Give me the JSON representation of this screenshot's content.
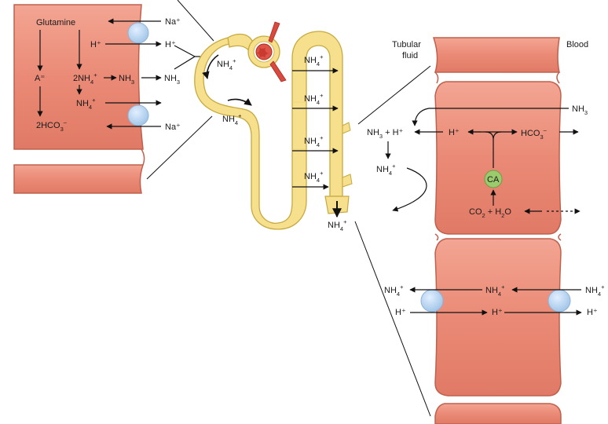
{
  "colors": {
    "cell_fill": "#ea8a76",
    "cell_stroke": "#b8503c",
    "tubule_fill": "#f6df8d",
    "tubule_stroke": "#c7aa3e",
    "transporter": "#b5d3ee",
    "enzyme": "#9ccb6e",
    "arrow": "#111111"
  },
  "left_cell": {
    "glutamine": "Glutamine",
    "na_top": "Na⁺",
    "na_bottom": "Na⁺",
    "h_in": "H⁺",
    "h_out": "H⁺",
    "a_ion": "A⁼",
    "nh4_2": "2NH",
    "nh4_2_sub": "4",
    "nh4_2_sup": "+",
    "nh3_mid": "NH",
    "nh3_mid_sub": "3",
    "nh3_out": "NH",
    "nh3_out_sub": "3",
    "nh4_low": "NH",
    "nh4_low_sub": "4",
    "nh4_low_sup": "+",
    "hco3": "2HCO",
    "hco3_sub": "3",
    "hco3_sup": "–"
  },
  "nephron": {
    "nh4_loop_top": "NH",
    "nh4_loop_bottom": "NH",
    "nh4_ascending": [
      "NH",
      "NH",
      "NH",
      "NH"
    ],
    "nh4_sub": "4",
    "nh4_sup": "+",
    "nh4_excreted": "NH"
  },
  "right_upper": {
    "tubular_fluid_1": "Tubular",
    "tubular_fluid_2": "fluid",
    "blood": "Blood",
    "nh3_blood": "NH",
    "nh3_blood_sub": "3",
    "nh3_plus_h": "NH",
    "nh3_plus_h_sub": "3",
    "nh3_plus_h_rest": " + H⁺",
    "h_cell": "H⁺",
    "hco3": "HCO",
    "hco3_sub": "3",
    "hco3_sup": "–",
    "nh4_lumen": "NH",
    "nh4_lumen_sub": "4",
    "nh4_lumen_sup": "+",
    "enzyme": "CA",
    "co2": "CO",
    "co2_sub": "2",
    "co2_rest": " + H",
    "h2o_sub": "2",
    "h2o_rest": "O"
  },
  "right_lower": {
    "nh4_left": "NH",
    "nh4_mid": "NH",
    "nh4_right": "NH",
    "nh4_sub": "4",
    "nh4_sup": "+",
    "h_left": "H⁺",
    "h_mid": "H⁺",
    "h_right": "H⁺"
  }
}
